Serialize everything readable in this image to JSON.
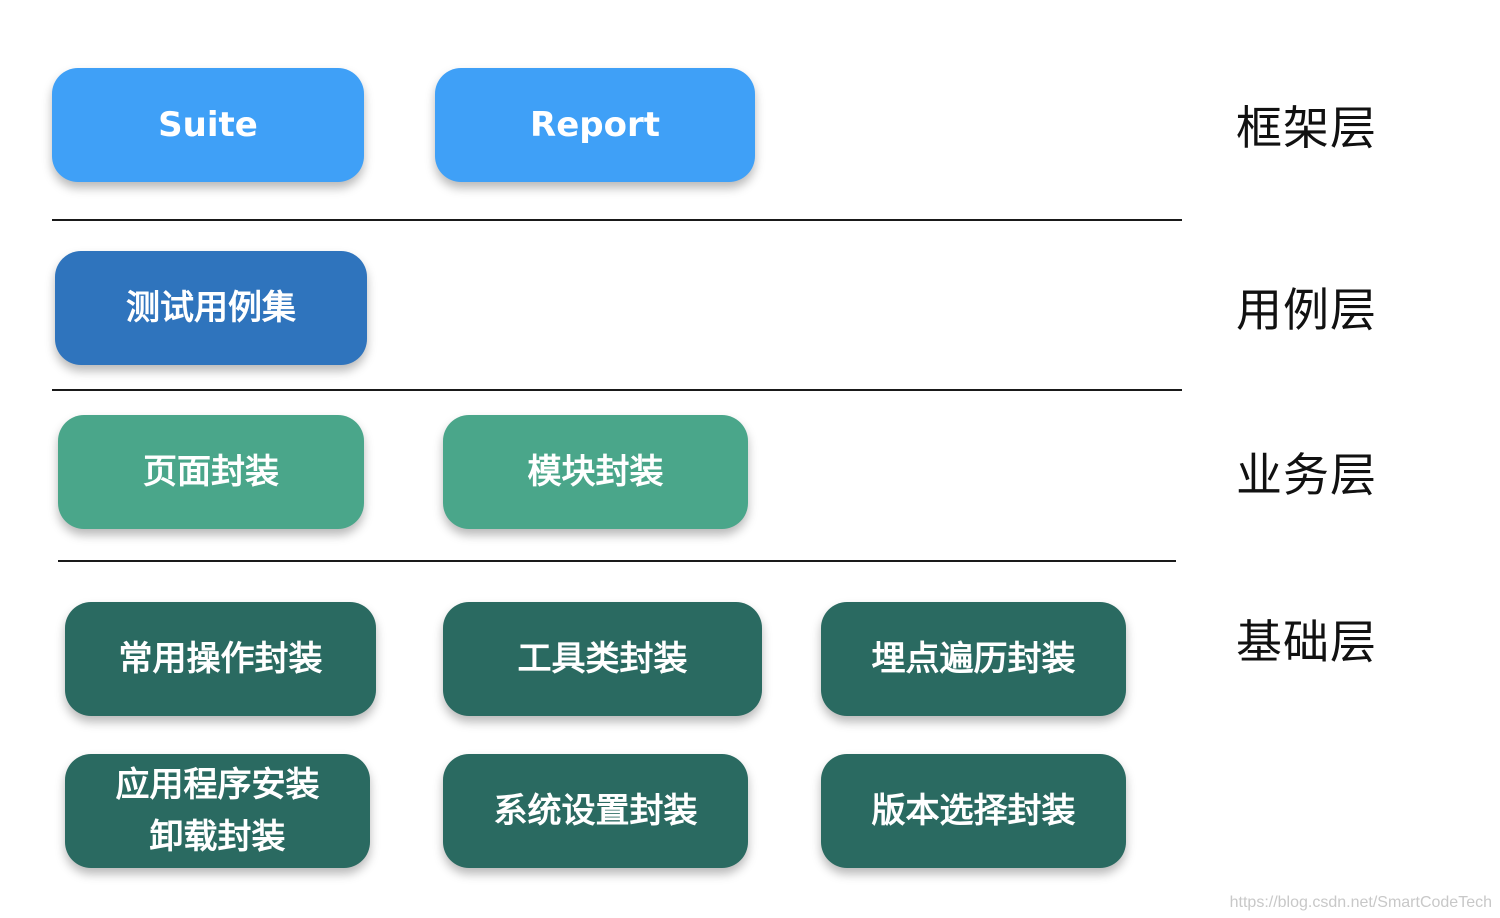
{
  "colors": {
    "framework": "#3fa0f7",
    "testcase": "#2f74bd",
    "business": "#4aa68a",
    "base": "#2a6a61",
    "divider": "#1a1a1a"
  },
  "layers": {
    "framework": {
      "label": "框架层",
      "items": [
        "Suite",
        "Report"
      ]
    },
    "testcase": {
      "label": "用例层",
      "items": [
        "测试用例集"
      ]
    },
    "business": {
      "label": "业务层",
      "items": [
        "页面封装",
        "模块封装"
      ]
    },
    "base": {
      "label": "基础层",
      "items": [
        "常用操作封装",
        "工具类封装",
        "埋点遍历封装",
        "应用程序安装\n卸载封装",
        "系统设置封装",
        "版本选择封装"
      ]
    }
  },
  "watermark": "https://blog.csdn.net/SmartCodeTech"
}
